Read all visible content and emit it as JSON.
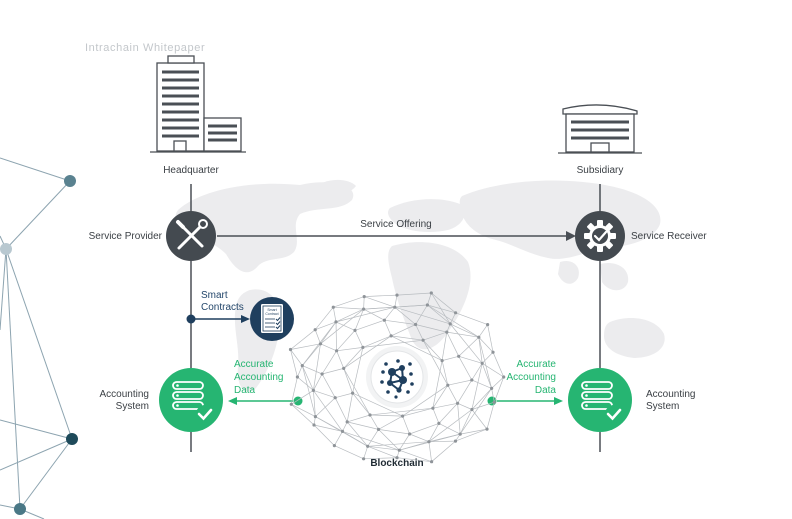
{
  "header": {
    "title": "Intrachain Whitepaper"
  },
  "nodes": {
    "headquarter": "Headquarter",
    "subsidiary": "Subsidiary",
    "service_provider": "Service Provider",
    "service_receiver": "Service Receiver",
    "accounting_system_left": [
      "Accounting",
      "System"
    ],
    "accounting_system_right": [
      "Accounting",
      "System"
    ],
    "blockchain": "Blockchain"
  },
  "edges": {
    "service_offering": "Service Offering",
    "smart_contracts": [
      "Smart",
      "Contracts"
    ],
    "accurate_data_left": [
      "Accurate",
      "Accounting",
      "Data"
    ],
    "accurate_data_right": [
      "Accurate",
      "Accounting",
      "Data"
    ]
  },
  "document_icon_text": [
    "Smart",
    "Contract"
  ],
  "colors": {
    "dark_circle": "#444a50",
    "green": "#26b572",
    "navy": "#1f3f5e",
    "line": "#4a4f55",
    "map": "#ebedee",
    "network": "#b8bcc0"
  },
  "icons": {
    "provider": "wrench-screwdriver-icon",
    "receiver": "gear-check-icon",
    "accounting": "server-check-icon",
    "contract": "document-check-icon",
    "blockchain": "blockchain-network-icon"
  }
}
